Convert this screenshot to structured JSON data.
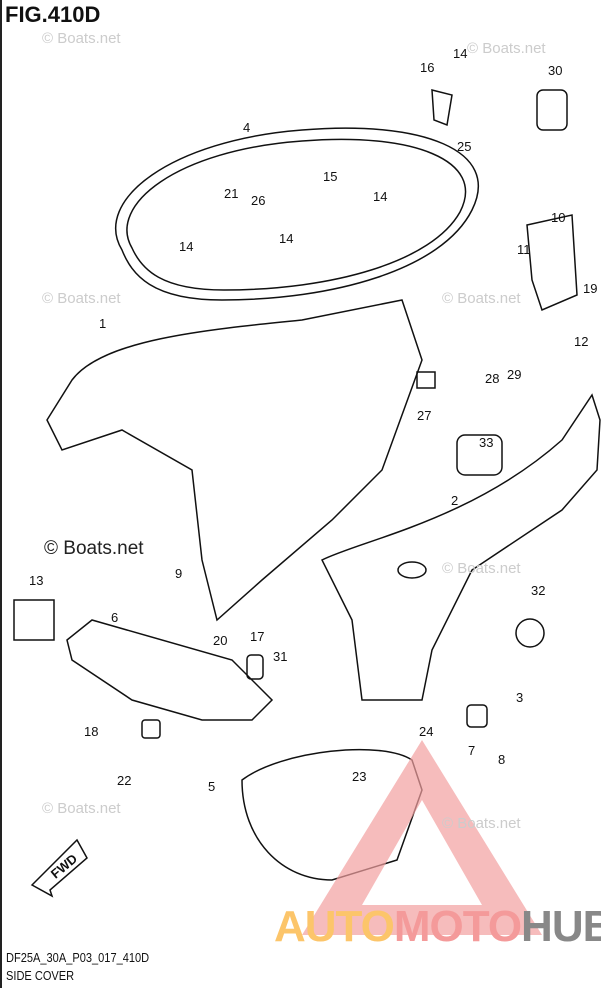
{
  "figure_title": "FIG.410D",
  "drawing_code": "DF25A_30A_P03_017_410D",
  "section_name": "SIDE COVER",
  "watermark": "© Boats.net",
  "direction_label": "FWD",
  "logo": {
    "part1": "AUTO",
    "part2": "MOTO",
    "part3": "HUB"
  },
  "callouts": [
    "14",
    "16",
    "30",
    "25",
    "4",
    "21",
    "26",
    "15",
    "14",
    "14",
    "14",
    "10",
    "11",
    "19",
    "12",
    "1",
    "28",
    "29",
    "27",
    "33",
    "2",
    "9",
    "13",
    "6",
    "32",
    "20",
    "17",
    "31",
    "3",
    "18",
    "24",
    "7",
    "22",
    "8",
    "5",
    "23"
  ]
}
